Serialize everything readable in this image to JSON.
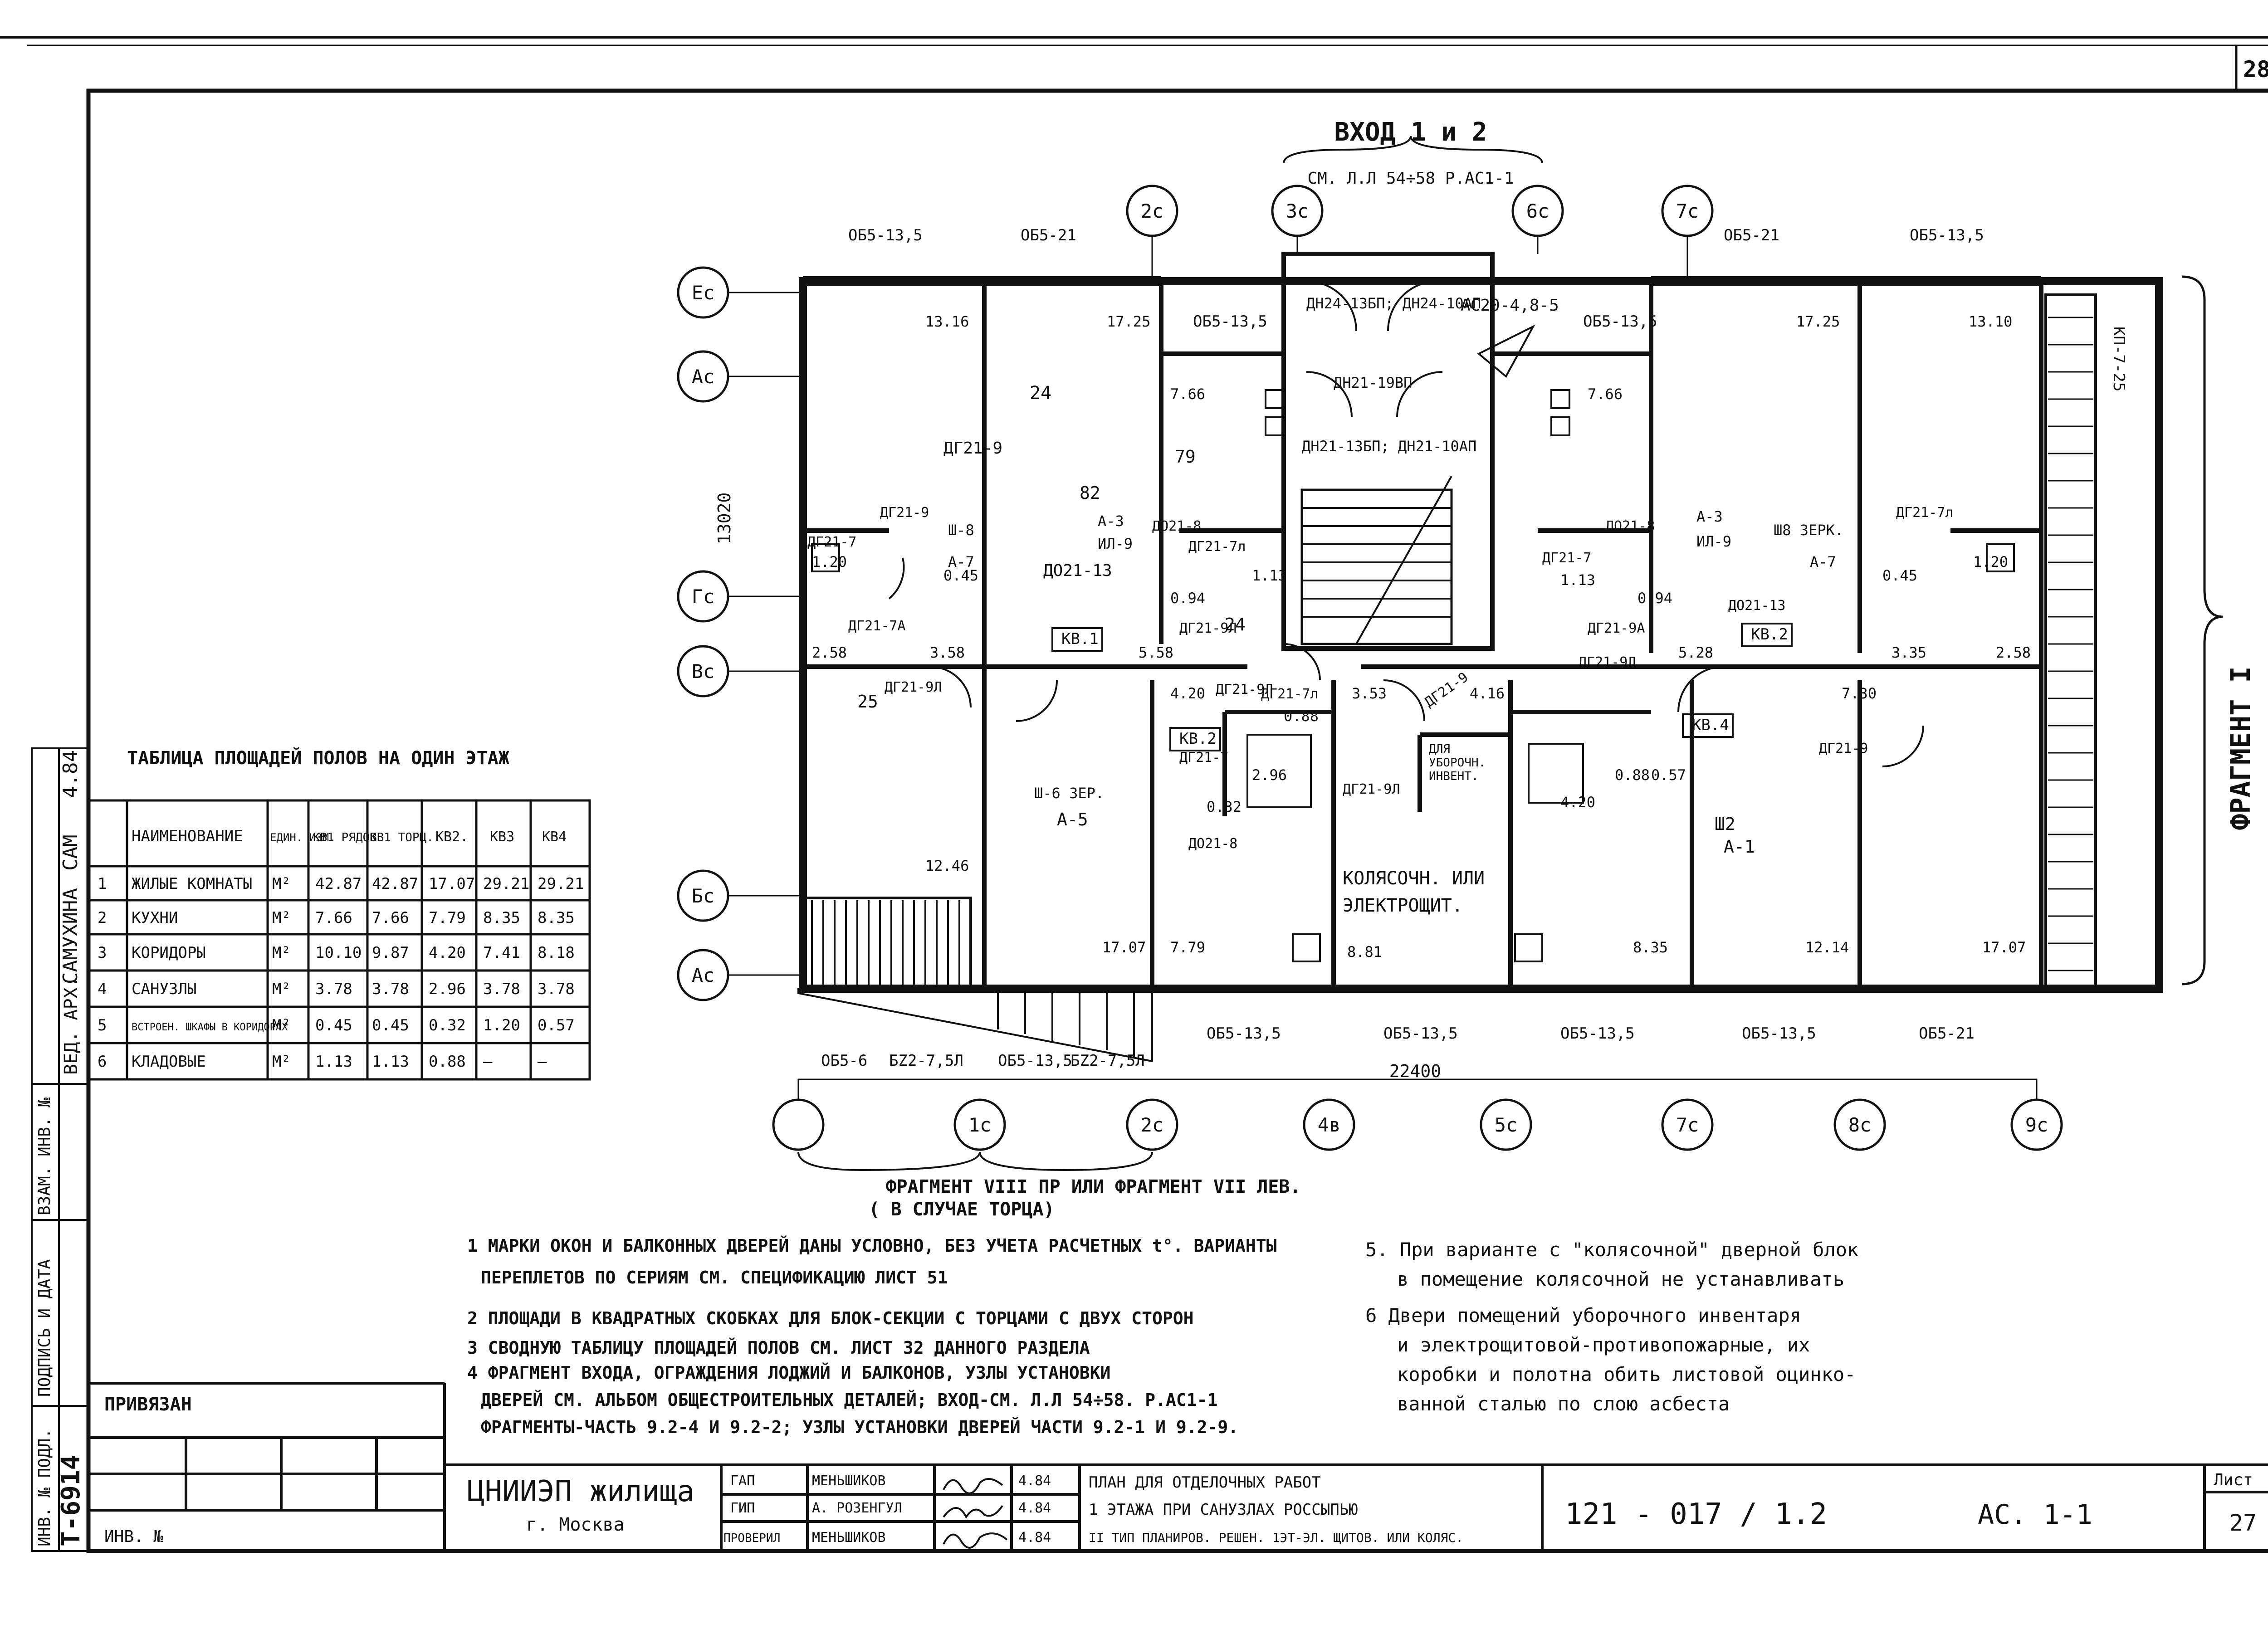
{
  "sheet": {
    "sheet_num_top": "28",
    "sheet_label": "Лист",
    "sheet_num": "27"
  },
  "entrance": {
    "title": "ВХОД 1 и 2",
    "ref": "СМ. Л.Л 54÷58 Р.АС1-1"
  },
  "axes_top": [
    "2с",
    "3с",
    "6с",
    "7с"
  ],
  "axes_bottom": [
    "1с",
    "2с",
    "4в",
    "5с",
    "7с",
    "8с",
    "9с"
  ],
  "axes_left": [
    "Ес",
    "Ас",
    "Гс",
    "Вс",
    "Бс",
    "Ас"
  ],
  "windows_top": [
    "ОБ5-13,5",
    "ОБ5-21",
    "ОБ5-21",
    "ОБ5-13,5"
  ],
  "windows_bottom": [
    "ОБ5-13,5",
    "ОБ5-13,5",
    "ОБ5-13,5",
    "ОБ5-13,5",
    "ОБ5-21"
  ],
  "windows_bottom_left": [
    "ОБ5-6",
    "БZ2-7,5Л",
    "ОБ5-13,5",
    "БZ2-7,5Л"
  ],
  "dims": {
    "height": "13020",
    "width": "22400"
  },
  "plan_labels": {
    "door1": "ДН24-13БП; ДН24-10АП",
    "door2": "ДН21-19ВП",
    "door3": "ДН21-13БП; ДН21-10АП",
    "ac": "АС20-4,8-5",
    "ob_mid_l": "ОБ5-13,5",
    "ob_mid_r": "ОБ5-13,5",
    "wheel": "КОЛЯСОЧН. ИЛИ",
    "elec": "ЭЛЕКТРОЩИТ.",
    "clean1": "ДЛЯ",
    "clean2": "УБОРОЧН.",
    "clean3": "ИНВЕНТ.",
    "kv1": "КВ.1",
    "kv2a": "КВ.2",
    "kv2b": "КВ.2",
    "kv4": "КВ.4",
    "fr_bottom": "ФРАГМЕНТ VIII ПР ИЛИ ФРАГМЕНТ VII ЛЕВ.",
    "fr_bottom2": "( В СЛУЧАЕ   ТОРЦА)",
    "fr_right": "ФРАГМЕНТ I",
    "kp": "КП-7-25"
  },
  "room_areas": [
    "13.16",
    "17.25",
    "17.25",
    "13.10",
    "7.66",
    "7.66",
    "3.58",
    "5.58",
    "5.28",
    "3.35",
    "7.30",
    "3.53",
    "4.16",
    "8.81",
    "8.35",
    "12.14",
    "17.07",
    "12.46",
    "17.07",
    "7.79",
    "2.96",
    "0.88",
    "1.20",
    "1.20",
    "2.58",
    "2.58",
    "4.20",
    "4.20",
    "0.94",
    "0.94",
    "1.13",
    "1.13",
    "0.45",
    "0.45",
    "0.57",
    "0.32",
    "0.88"
  ],
  "room_marks": [
    "24",
    "82",
    "79",
    "25",
    "24",
    "Ш-8",
    "А-7",
    "А-3",
    "ИЛ-9",
    "А-7",
    "Ш8 ЗЕРК.",
    "А-3",
    "ИЛ-9",
    "Ш-6 ЗЕР.",
    "А-5",
    "Ш2",
    "А-1"
  ],
  "door_marks": [
    "ДГ21-9",
    "ДГ21-9",
    "ДГ21-7",
    "ДГ21-7л",
    "ДО21-8",
    "ДГ21-7А",
    "ДГ21-9Л",
    "ДО21-13",
    "ДО21-13",
    "ДГ21-9Л",
    "ДГ21-9Л",
    "ДГ21-9А",
    "ДГ21-7",
    "ДГ21-7л",
    "ДО21-8",
    "ДГ21-9Л",
    "ДГ21-9",
    "ДГ21-9",
    "ДГ21-7л",
    "ДГ21-7",
    "ДО21-8",
    "ДГ21-9Л"
  ],
  "table": {
    "title": "ТАБЛИЦА ПЛОЩАДЕЙ ПОЛОВ НА ОДИН ЭТАЖ",
    "headers": [
      "",
      "НАИМЕНОВАНИЕ",
      "ЕДИН. ИЗМ.",
      "КВ1 РЯДОВ",
      "КВ1 ТОРЦ.",
      "КВ2.",
      "КВ3",
      "КВ4"
    ],
    "rows": [
      [
        "1",
        "ЖИЛЫЕ КОМНАТЫ",
        "М²",
        "42.87",
        "42.87",
        "17.07",
        "29.21",
        "29.21"
      ],
      [
        "2",
        "КУХНИ",
        "М²",
        "7.66",
        "7.66",
        "7.79",
        "8.35",
        "8.35"
      ],
      [
        "3",
        "КОРИДОРЫ",
        "М²",
        "10.10",
        "9.87",
        "4.20",
        "7.41",
        "8.18"
      ],
      [
        "4",
        "САНУЗЛЫ",
        "М²",
        "3.78",
        "3.78",
        "2.96",
        "3.78",
        "3.78"
      ],
      [
        "5",
        "ВСТРОЕН. ШКАФЫ В КОРИДОРАХ",
        "М²",
        "0.45",
        "0.45",
        "0.32",
        "1.20",
        "0.57"
      ],
      [
        "6",
        "КЛАДОВЫЕ",
        "М²",
        "1.13",
        "1.13",
        "0.88",
        "—",
        "—"
      ]
    ]
  },
  "side_labels": [
    "САМ",
    "4.84",
    "САМУХИНА",
    "ВЕД. АРХ.",
    "ВЗАМ. ИНВ. №",
    "ПОДПИСЬ И ДАТА",
    "ИНВ. № ПОДЛ.",
    "Т-6914"
  ],
  "notes_left": [
    "1 МАРКИ ОКОН И БАЛКОННЫХ ДВЕРЕЙ ДАНЫ УСЛОВНО, БЕЗ УЧЕТА РАСЧЕТНЫХ t°. ВАРИАНТЫ",
    "ПЕРЕПЛЕТОВ ПО СЕРИЯМ СМ. СПЕЦИФИКАЦИЮ ЛИСТ 51",
    "2 ПЛОЩАДИ В КВАДРАТНЫХ СКОБКАХ ДЛЯ БЛОК-СЕКЦИИ С ТОРЦАМИ С ДВУХ СТОРОН",
    "3 СВОДНУЮ ТАБЛИЦУ ПЛОЩАДЕЙ ПОЛОВ СМ. ЛИСТ 32 ДАННОГО РАЗДЕЛА",
    "4 ФРАГМЕНТ ВХОДА, ОГРАЖДЕНИЯ ЛОДЖИЙ И БАЛКОНОВ, УЗЛЫ УСТАНОВКИ",
    "ДВЕРЕЙ СМ. АЛЬБОМ ОБЩЕСТРОИТЕЛЬНЫХ ДЕТАЛЕЙ; ВХОД-СМ. Л.Л 54÷58. Р.АС1-1",
    "ФРАГМЕНТЫ-ЧАСТЬ 9.2-4 И 9.2-2; УЗЛЫ УСТАНОВКИ ДВЕРЕЙ ЧАСТИ 9.2-1 И 9.2-9."
  ],
  "notes_right": [
    "5. При варианте с \"колясочной\" дверной блок",
    "в помещение колясочной не устанавливать",
    "6 Двери помещений уборочного инвентаря",
    "и электрощитовой-противопожарные, их",
    "коробки и полотна обить листовой оцинко-",
    "ванной сталью по слою асбеста"
  ],
  "stamp": {
    "privyazan": "ПРИВЯЗАН",
    "inv": "ИНВ. №",
    "org": "ЦНИИЭП жилища",
    "city": "г. Москва",
    "roles": [
      "ГАП",
      "ГИП",
      "ПРОВЕРИЛ"
    ],
    "names": [
      "МЕНЬШИКОВ",
      "А. РОЗЕНГУЛ",
      "МЕНЬШИКОВ"
    ],
    "dates": [
      "4.84",
      "4.84",
      "4.84"
    ],
    "desc": [
      "ПЛАН ДЛЯ ОТДЕЛОЧНЫХ РАБОТ",
      "1 ЭТАЖА ПРИ САНУЗЛАХ РОССЫПЬЮ",
      "II ТИП ПЛАНИРОВ. РЕШЕН. 1ЭТ-ЭЛ. ЩИТОВ. ИЛИ КОЛЯС."
    ],
    "code": "121 - 017 / 1.2",
    "sheet_code": "АС. 1-1"
  }
}
